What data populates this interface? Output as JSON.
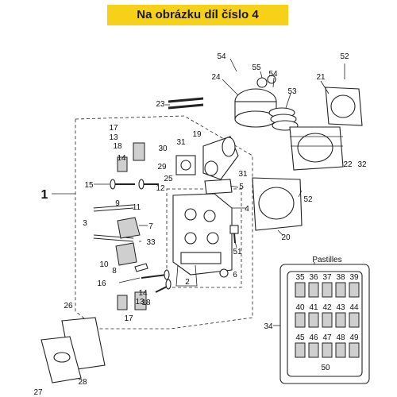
{
  "banner": {
    "text": "Na obrázku díl číslo 4",
    "color": "#f7d117"
  },
  "group_label": "1",
  "pastilles": {
    "title": "Pastilles",
    "numbers": [
      "35",
      "36",
      "37",
      "38",
      "39",
      "40",
      "41",
      "42",
      "43",
      "44",
      "45",
      "46",
      "47",
      "48",
      "49",
      "50"
    ]
  },
  "callouts": [
    {
      "id": "54a",
      "text": "54"
    },
    {
      "id": "55",
      "text": "55"
    },
    {
      "id": "54b",
      "text": "54"
    },
    {
      "id": "52a",
      "text": "52"
    },
    {
      "id": "24",
      "text": "24"
    },
    {
      "id": "21",
      "text": "21"
    },
    {
      "id": "53",
      "text": "53"
    },
    {
      "id": "23",
      "text": "23"
    },
    {
      "id": "17a",
      "text": "17"
    },
    {
      "id": "13a",
      "text": "13"
    },
    {
      "id": "18a",
      "text": "18"
    },
    {
      "id": "19",
      "text": "19"
    },
    {
      "id": "30",
      "text": "30"
    },
    {
      "id": "31a",
      "text": "31"
    },
    {
      "id": "14a",
      "text": "14"
    },
    {
      "id": "22",
      "text": "22"
    },
    {
      "id": "32",
      "text": "32"
    },
    {
      "id": "29",
      "text": "29"
    },
    {
      "id": "25",
      "text": "25"
    },
    {
      "id": "31b",
      "text": "31"
    },
    {
      "id": "15",
      "text": "15"
    },
    {
      "id": "12",
      "text": "12"
    },
    {
      "id": "5",
      "text": "5"
    },
    {
      "id": "52b",
      "text": "52"
    },
    {
      "id": "9",
      "text": "9"
    },
    {
      "id": "11",
      "text": "11"
    },
    {
      "id": "4",
      "text": "4"
    },
    {
      "id": "3",
      "text": "3"
    },
    {
      "id": "7",
      "text": "7"
    },
    {
      "id": "33",
      "text": "33"
    },
    {
      "id": "20",
      "text": "20"
    },
    {
      "id": "51",
      "text": "51"
    },
    {
      "id": "10",
      "text": "10"
    },
    {
      "id": "8",
      "text": "8"
    },
    {
      "id": "2",
      "text": "2"
    },
    {
      "id": "6",
      "text": "6"
    },
    {
      "id": "16",
      "text": "16"
    },
    {
      "id": "14b",
      "text": "14"
    },
    {
      "id": "13b",
      "text": "13"
    },
    {
      "id": "18b",
      "text": "18"
    },
    {
      "id": "17b",
      "text": "17"
    },
    {
      "id": "26",
      "text": "26"
    },
    {
      "id": "34",
      "text": "34"
    },
    {
      "id": "28",
      "text": "28"
    },
    {
      "id": "27",
      "text": "27"
    }
  ]
}
